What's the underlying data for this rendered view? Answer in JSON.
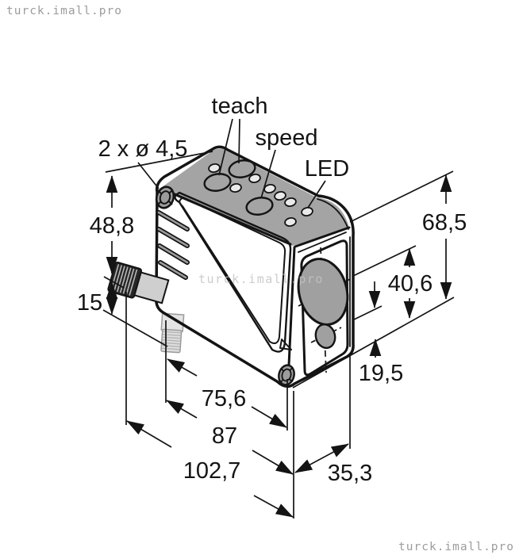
{
  "watermarks": {
    "top_left": "turck.imall.pro",
    "center": "turck.imall.pro",
    "bottom_right": "turck.imall.pro"
  },
  "callouts": {
    "teach": "teach",
    "speed": "speed",
    "led": "LED",
    "mounting_holes": "2 x ø 4,5"
  },
  "dimensions": {
    "upper_height": "48,8",
    "connector_length": "15",
    "total_height": "68,5",
    "lens_center_height": "40,6",
    "emitter_center_height": "19,5",
    "body_depth": "75,6",
    "housing_depth": "87",
    "total_depth": "102,7",
    "width": "35,3"
  },
  "colors": {
    "body_gray": "#9c9c9c",
    "top_face_gray": "#a4a4a4",
    "panel_gray": "#999999",
    "line_black": "#141414",
    "led_dot": "#eaeaea",
    "watermark_gray": "#9c9c9c"
  }
}
